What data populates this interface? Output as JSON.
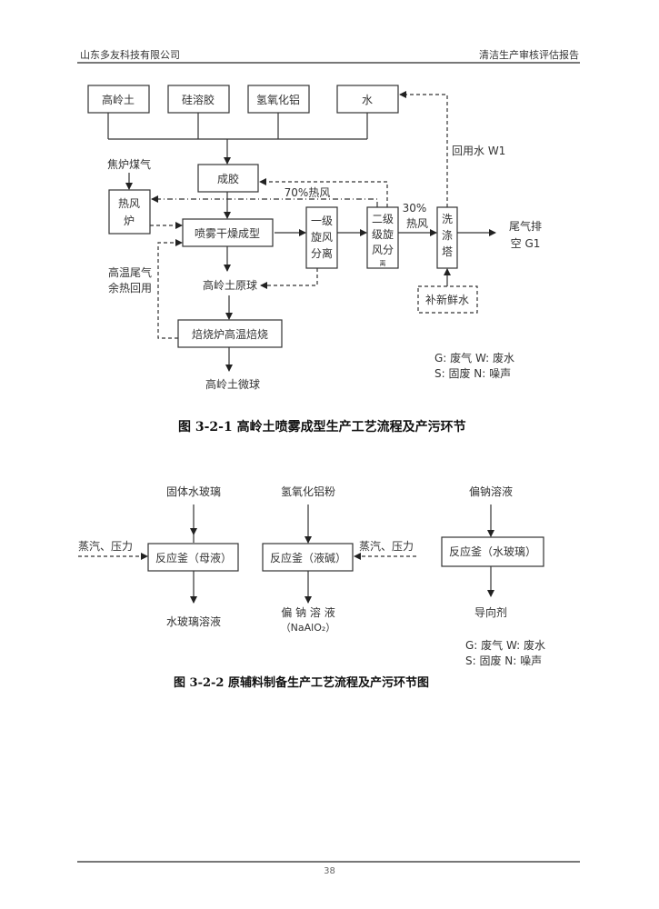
{
  "header": {
    "company": "山东多友科技有限公司",
    "report": "清洁生产审核评估报告"
  },
  "figure1": {
    "inputs": [
      "高岭土",
      "硅溶胶",
      "氢氧化铝",
      "水"
    ],
    "coke_gas": "焦炉煤气",
    "gel": "成胶",
    "hot_stove": [
      "热风",
      "炉"
    ],
    "spray_dry": "喷雾干燥成型",
    "cyclone1": [
      "一级",
      "旋风",
      "分离"
    ],
    "cyclone2": [
      "二级",
      "级旋",
      "风分",
      "离"
    ],
    "scrubber": [
      "洗",
      "涤",
      "塔"
    ],
    "hot_air_70": "70%热风",
    "hot_air_30": [
      "30%",
      "热风"
    ],
    "recycled_water": "回用水 W1",
    "exhaust": [
      "尾气排",
      "空 G1"
    ],
    "fresh_water": "补新鲜水",
    "raw_ball": "高岭土原球",
    "waste_heat": [
      "高温尾气",
      "余热回用"
    ],
    "calcine": "焙烧炉高温焙烧",
    "micro_ball": "高岭土微球",
    "legend": [
      "G:  废气  W:  废水",
      "S:  固废  N:  噪声"
    ],
    "caption": "图 3-2-1  高岭土喷雾成型生产工艺流程及产污环节"
  },
  "figure2": {
    "col1": {
      "input": "固体水玻璃",
      "steam": "蒸汽、压力",
      "reactor": "反应釜（母液）",
      "output": "水玻璃溶液"
    },
    "col2": {
      "input": "氢氧化铝粉",
      "reactor": "反应釜（液碱）",
      "output": "偏 钠 溶 液",
      "formula": "（NaAlO₂）"
    },
    "col3": {
      "input": "偏钠溶液",
      "steam": "蒸汽、压力",
      "reactor": "反应釜（水玻璃）",
      "output": "导向剂"
    },
    "legend": [
      "G:  废气  W:  废水",
      "S:  固废  N:  噪声"
    ],
    "caption": "图 3-2-2  原辅料制备生产工艺流程及产污环节图"
  },
  "footer": {
    "page": "38"
  }
}
